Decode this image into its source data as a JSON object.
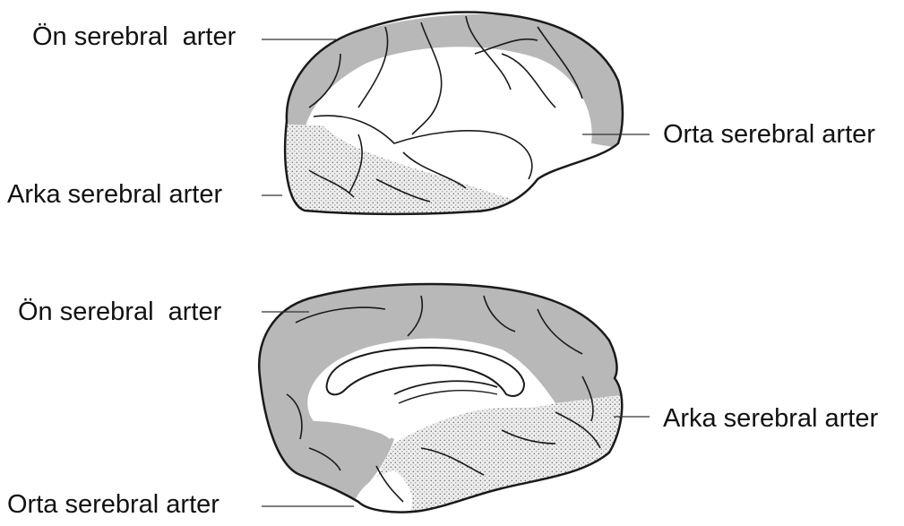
{
  "labels": {
    "lateral_anterior": "Ön serebral  arter",
    "lateral_middle": "Orta serebral arter",
    "lateral_posterior": "Arka serebral arter",
    "medial_anterior": "Ön serebral  arter",
    "medial_posterior": "Arka serebral arter",
    "medial_middle": "Orta serebral arter"
  },
  "colors": {
    "anterior_territory": "#b8b8b8",
    "middle_territory": "#ffffff",
    "posterior_territory": "#e6e6e6",
    "outline": "#1a1a1a"
  }
}
